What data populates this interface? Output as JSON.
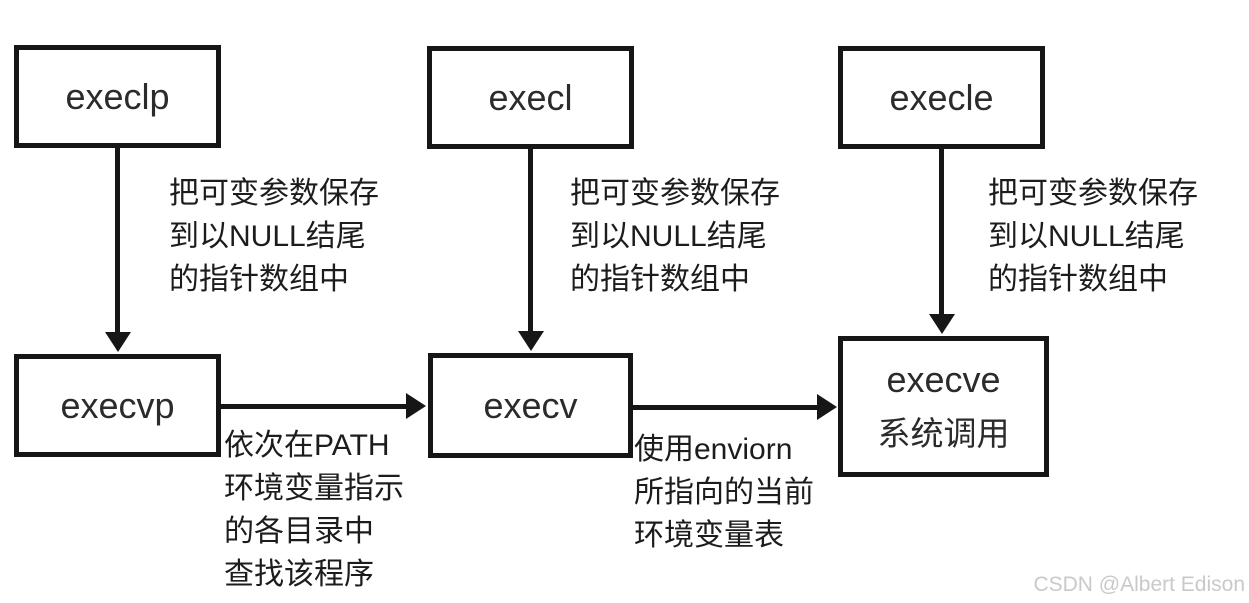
{
  "diagram": {
    "type": "flowchart",
    "topic": "exec family of functions",
    "colors": {
      "background": "#ffffff",
      "line": "#161616",
      "box_border": "#161616",
      "box_fill": "#ffffff",
      "text": "#1c1c1c",
      "watermark": "#c9c9c9"
    },
    "nodes": {
      "execlp": {
        "label": "execlp"
      },
      "execl": {
        "label": "execl"
      },
      "execle": {
        "label": "execle"
      },
      "execvp": {
        "label": "execvp"
      },
      "execv": {
        "label": "execv"
      },
      "execve": {
        "label": "execve",
        "sublabel": "系统调用"
      }
    },
    "edges": {
      "execlp_to_execvp": {
        "from": "execlp",
        "to": "execvp",
        "direction": "down",
        "label": "把可变参数保存\n到以NULL结尾\n的指针数组中"
      },
      "execl_to_execv": {
        "from": "execl",
        "to": "execv",
        "direction": "down",
        "label": "把可变参数保存\n到以NULL结尾\n的指针数组中"
      },
      "execle_to_execve": {
        "from": "execle",
        "to": "execve",
        "direction": "down",
        "label": "把可变参数保存\n到以NULL结尾\n的指针数组中"
      },
      "execvp_to_execv": {
        "from": "execvp",
        "to": "execv",
        "direction": "right",
        "label": "依次在PATH\n环境变量指示\n的各目录中\n查找该程序"
      },
      "execv_to_execve": {
        "from": "execv",
        "to": "execve",
        "direction": "right",
        "label": "使用enviorn\n所指向的当前\n环境变量表"
      }
    },
    "watermark": "CSDN @Albert Edison"
  }
}
